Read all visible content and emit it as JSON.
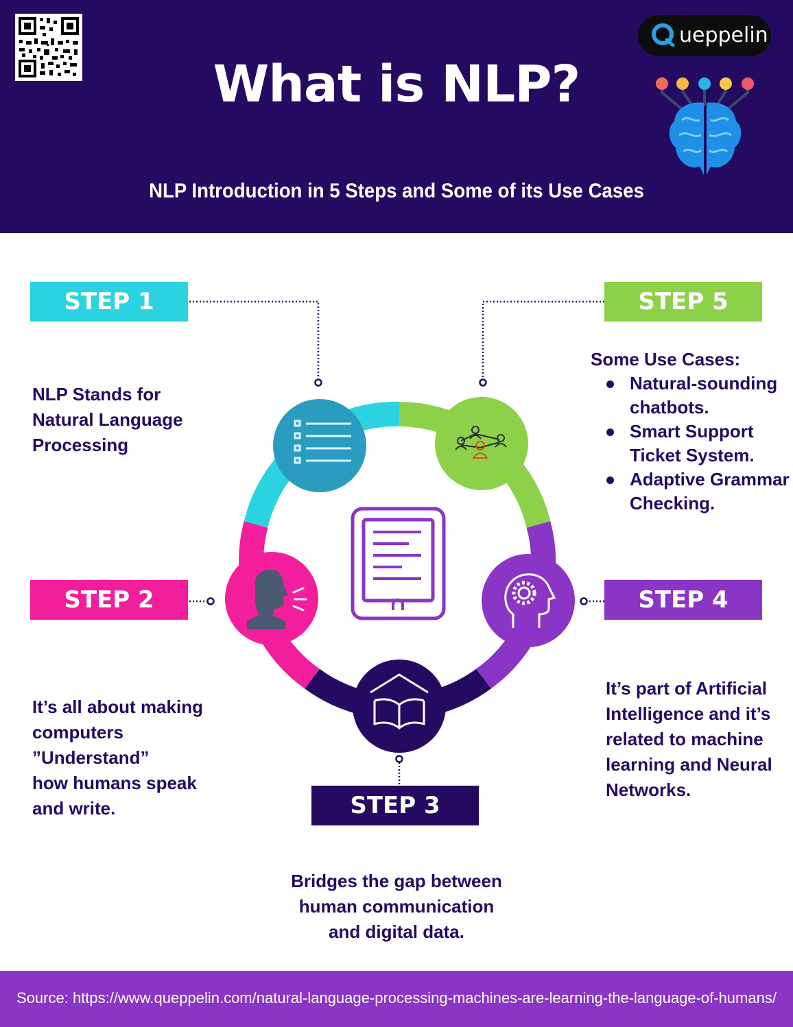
{
  "header": {
    "title": "What is NLP?",
    "subtitle": "NLP Introduction in 5 Steps and Some of its Use Cases",
    "brand": "ueppelin",
    "brand_full": "Queppelin"
  },
  "steps": {
    "step1": {
      "label": "STEP 1",
      "text": [
        "NLP Stands for",
        "Natural Language",
        "Processing"
      ]
    },
    "step2": {
      "label": "STEP 2",
      "text": [
        "It’s all about making",
        "computers",
        "”Understand”",
        "how humans speak",
        "and write."
      ]
    },
    "step3": {
      "label": "STEP 3",
      "text": [
        "Bridges the gap between",
        "human communication",
        "and digital data."
      ]
    },
    "step4": {
      "label": "STEP 4",
      "text": [
        "It’s part of Artificial",
        "Intelligence and it’s",
        "related to machine",
        "learning and Neural",
        "Networks."
      ]
    },
    "step5": {
      "label": "STEP 5",
      "heading": "Some Use Cases:",
      "items": [
        "Natural-sounding chatbots.",
        "Smart Support Ticket System.",
        "Adaptive Grammar Checking."
      ]
    }
  },
  "footer": {
    "source": "Source: https://www.queppelin.com/natural-language-processing-machines-are-learning-the-language-of-humans/"
  },
  "colors": {
    "navy": "#250a62",
    "cyan": "#2bd3e0",
    "green": "#8dd14a",
    "pink": "#f21e9c",
    "purple": "#8b35c6",
    "teal": "#2a9cc0"
  },
  "icons": [
    "qr-code-icon",
    "brain-icon",
    "list-icon",
    "network-people-icon",
    "speaking-head-icon",
    "gear-head-icon",
    "open-book-icon",
    "tablet-document-icon"
  ]
}
